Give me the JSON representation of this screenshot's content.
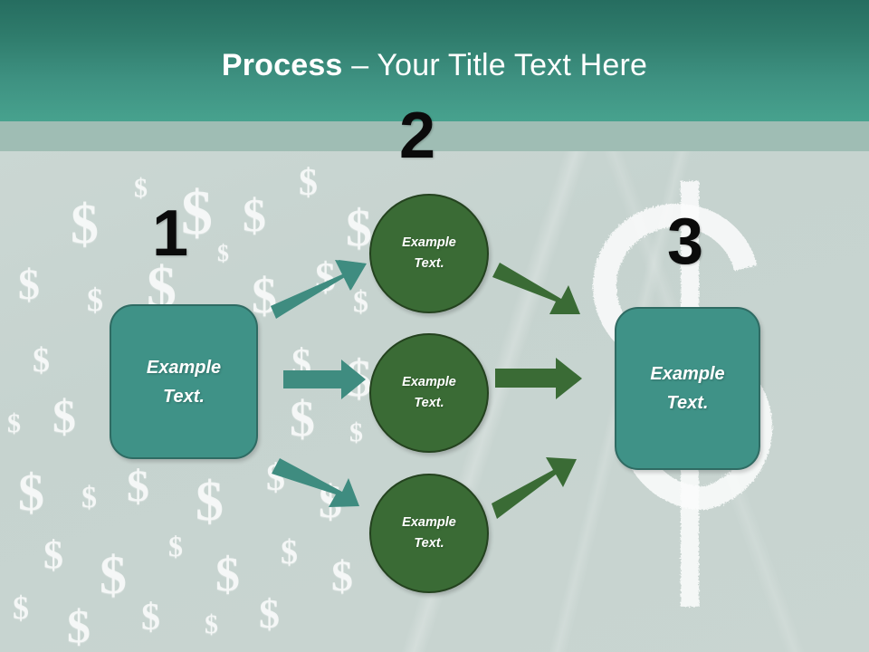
{
  "slide": {
    "title_bold": "Process",
    "title_separator": " – ",
    "title_rest": "Your Title Text Here",
    "background_color": "#ccd8d4",
    "header_gradient_top": "#266d60",
    "header_gradient_bottom": "#47a28e",
    "header_mid_band_color": "#9fbdb4"
  },
  "steps": [
    {
      "number": "1",
      "shape": "rounded-rectangle",
      "label_line1": "Example",
      "label_line2": "Text.",
      "fill": "#3f9287",
      "stroke": "#2f6b63"
    },
    {
      "number": "2",
      "shape": "circle",
      "fill": "#3a6b35",
      "stroke": "#24421f"
    },
    {
      "number": "3",
      "shape": "rounded-rectangle",
      "label_line1": "Example",
      "label_line2": "Text.",
      "fill": "#3f9287",
      "stroke": "#2f6b63"
    }
  ],
  "nodes": {
    "left_box": {
      "line1": "Example",
      "line2": "Text."
    },
    "circle_top": {
      "line1": "Example",
      "line2": "Text."
    },
    "circle_middle": {
      "line1": "Example",
      "line2": "Text."
    },
    "circle_bottom": {
      "line1": "Example",
      "line2": "Text."
    },
    "right_box": {
      "line1": "Example",
      "line2": "Text."
    }
  },
  "arrows": {
    "teal_color": "#3f8c80",
    "green_color": "#3a6b35",
    "left_to_top": "up-right",
    "left_to_middle": "right",
    "left_to_bottom": "down-right",
    "top_to_right": "down-right",
    "middle_to_right": "right",
    "bottom_to_right": "up-right"
  },
  "decorations": {
    "dollar_glyph": "$",
    "watermark_color": "#ffffff",
    "big_dollar_label": "large-chalk-dollar-sign"
  }
}
